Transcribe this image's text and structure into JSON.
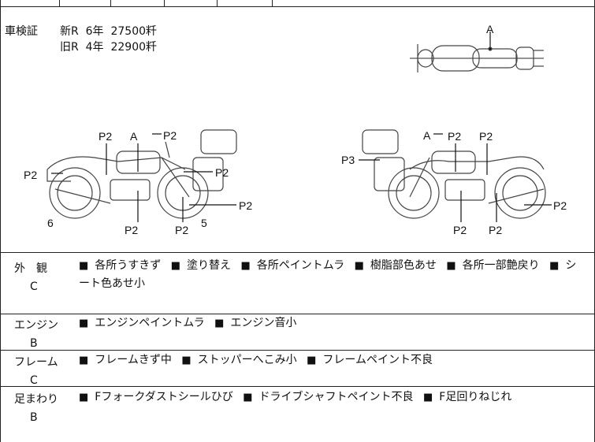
{
  "registration": {
    "label": "車検証",
    "rows": [
      {
        "type": "新R",
        "years": "6年",
        "km": "27500粁"
      },
      {
        "type": "旧R",
        "years": "4年",
        "km": "22900粁"
      }
    ]
  },
  "diagram_labels": {
    "left": [
      "P2",
      "P2",
      "A",
      "P2",
      "P2",
      "P2",
      "P2",
      "P2",
      "6",
      "5"
    ],
    "right": [
      "A",
      "P2",
      "P2",
      "P3",
      "P2",
      "P2",
      "P2"
    ],
    "top": [
      "A"
    ]
  },
  "categories": [
    {
      "name": "外　観",
      "grade": "C",
      "items": [
        "各所うすきず",
        "塗り替え",
        "各所ペイントムラ",
        "樹脂部色あせ",
        "各所一部艶戻り",
        "シート色あせ小"
      ]
    },
    {
      "name": "エンジン",
      "grade": "B",
      "items": [
        "エンジンペイントムラ",
        "エンジン音小"
      ]
    },
    {
      "name": "フレーム",
      "grade": "C",
      "items": [
        "フレームきず中",
        "ストッパーへこみ小",
        "フレームペイント不良"
      ]
    },
    {
      "name": "足まわり",
      "grade": "B",
      "items": [
        "Fフォークダストシールひび",
        "ドライブシャフトペイント不良",
        "F足回りねじれ"
      ]
    }
  ]
}
